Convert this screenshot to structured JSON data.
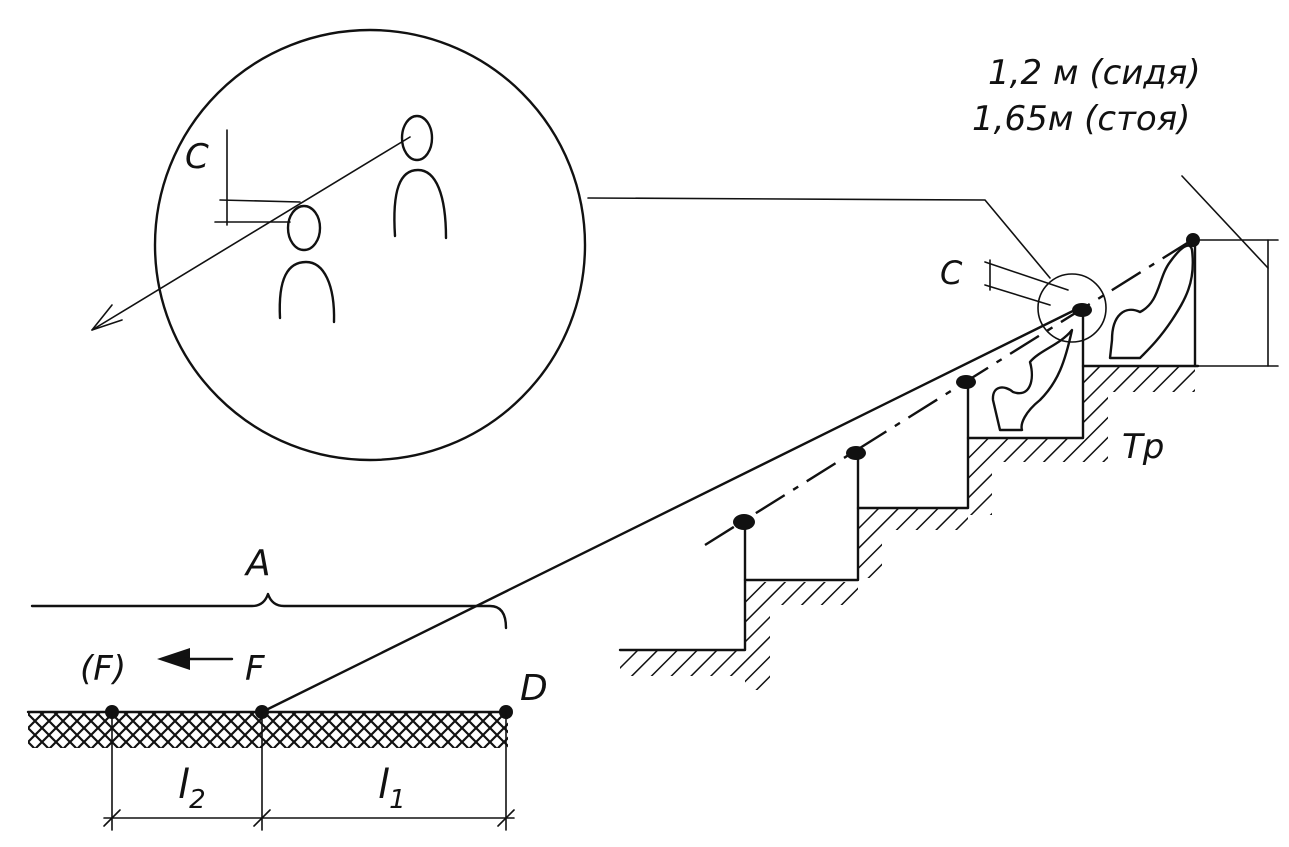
{
  "labels": {
    "eye_height_seated": "1,2 м (сидя)",
    "eye_height_standing": "1,65м (стоя)",
    "c_inset": "C",
    "c_main": "C",
    "row_label": "Тр",
    "span_a": "A",
    "point_f_left": "(F)",
    "point_f": "F",
    "point_d": "D",
    "l2": "l",
    "l2_sub": "2",
    "l1": "l",
    "l1_sub": "1"
  },
  "colors": {
    "ink": "#111111",
    "paper": "#ffffff"
  }
}
